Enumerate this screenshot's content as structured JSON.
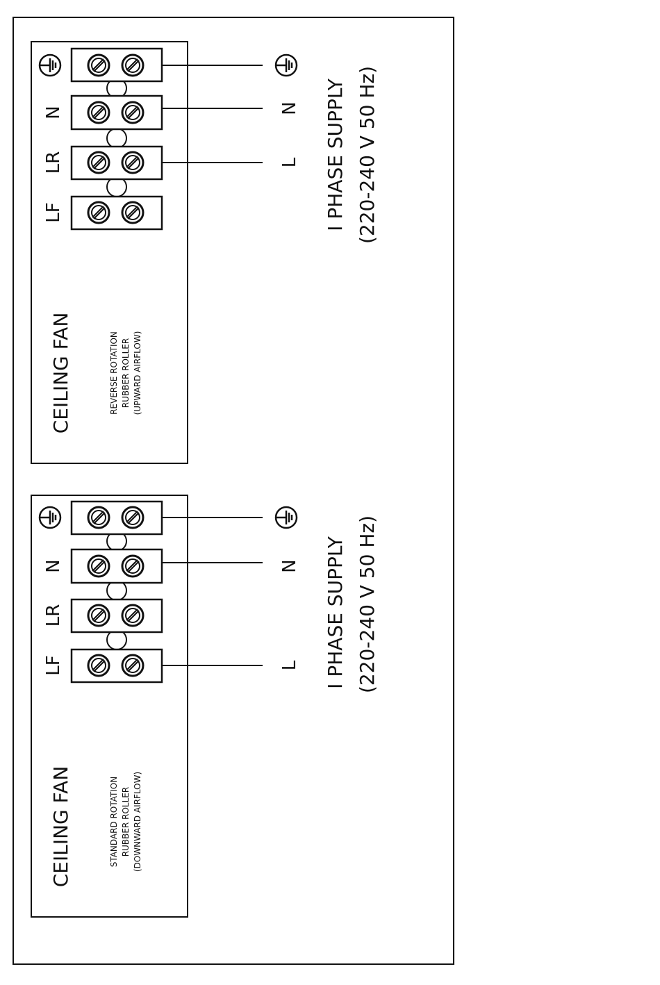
{
  "panels": [
    {
      "id": "upper",
      "title": "CEILING FAN",
      "desc": [
        "REVERSE ROTATION",
        "RUBBER ROLLER",
        "(UPWARD AIRFLOW)"
      ],
      "terminals": [
        "LF",
        "LR",
        "N"
      ],
      "supply_terminals": [
        "L",
        "N"
      ],
      "supply_line1": "I PHASE SUPPLY",
      "supply_line2": "(220-240 V 50 Hz)"
    },
    {
      "id": "lower",
      "title": "CEILING FAN",
      "desc": [
        "STANDARD ROTATION",
        "RUBBER ROLLER",
        "(DOWNWARD AIRFLOW)"
      ],
      "terminals": [
        "LF",
        "LR",
        "N"
      ],
      "supply_terminals": [
        "L",
        "N"
      ],
      "supply_line1": "I PHASE SUPPLY",
      "supply_line2": "(220-240 V 50 Hz)"
    }
  ]
}
